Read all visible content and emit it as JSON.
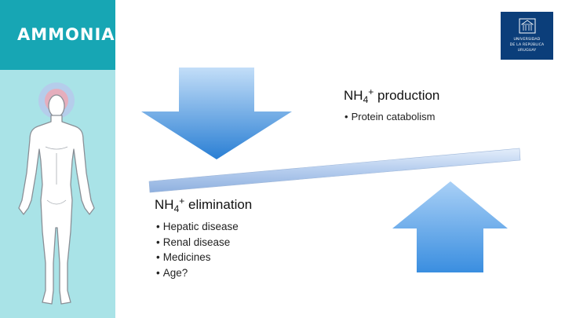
{
  "slide": {
    "title": "AMMONIA"
  },
  "logo": {
    "lines": [
      "UNIVERSIDAD",
      "DE LA REPÚBLICA",
      "URUGUAY"
    ]
  },
  "production": {
    "heading_main": "NH",
    "heading_sub": "4",
    "heading_sup": "+",
    "heading_rest": " production",
    "items": [
      "Protein catabolism"
    ]
  },
  "elimination": {
    "heading_main": "NH",
    "heading_sub": "4",
    "heading_sup": "+",
    "heading_rest": " elimination",
    "items": [
      "Hepatic disease",
      "Renal disease",
      "Medicines",
      "Age?"
    ]
  },
  "colors": {
    "title_bar": "#17a6b4",
    "side_panel": "#a9e3e7",
    "logo_bg": "#0b3e7a",
    "arrow_light": "#8ec5f2",
    "arrow_dark": "#2a7fd4",
    "focus_dot": "#e02a2a"
  },
  "icons": {
    "body_figure": "human-body-outline-icon",
    "head_marker": "head-focus-marker-icon",
    "down_arrow": "arrow-down-icon",
    "up_arrow": "arrow-up-icon",
    "logo_emblem": "university-emblem-icon"
  }
}
